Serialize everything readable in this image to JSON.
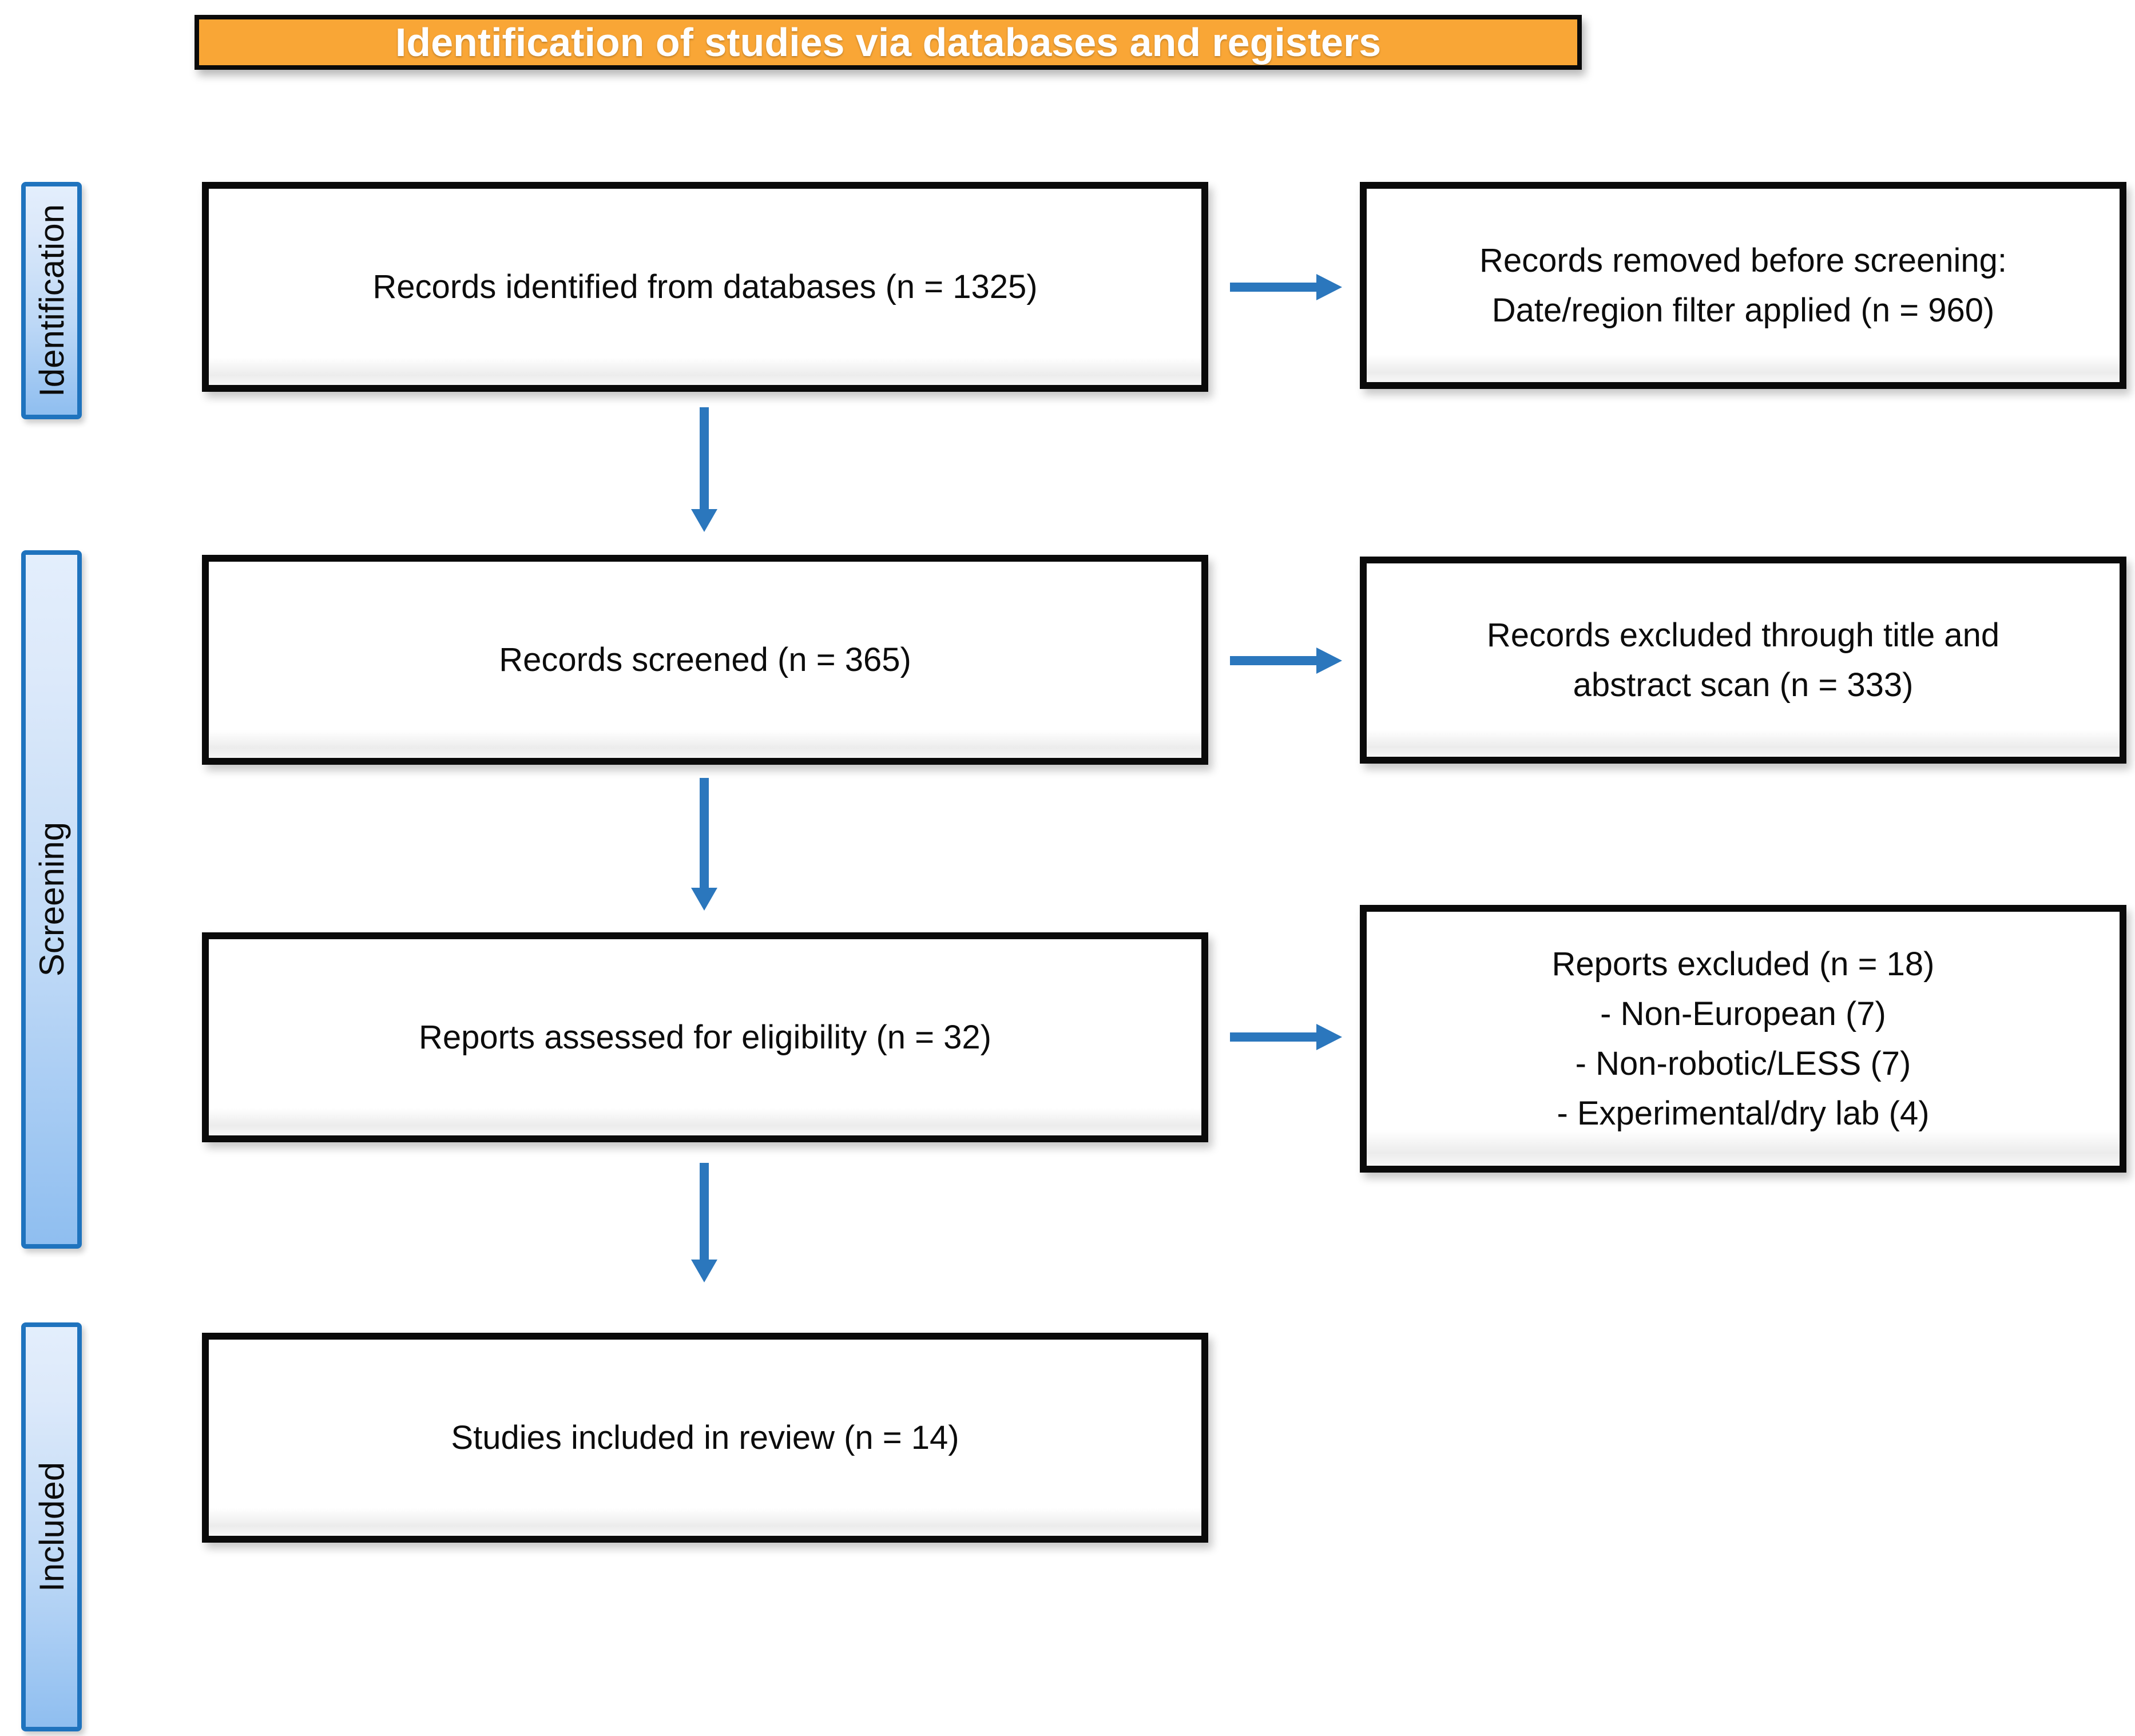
{
  "header": {
    "title": "Identification of studies via databases and registers"
  },
  "sidebar": {
    "stages": [
      {
        "label": "Identification"
      },
      {
        "label": "Screening"
      },
      {
        "label": "Included"
      }
    ]
  },
  "flow": {
    "main_boxes": [
      {
        "label": "Records identified from databases (n = 1325)"
      },
      {
        "label": "Records screened (n = 365)"
      },
      {
        "label": "Reports assessed for eligibility (n = 32)"
      },
      {
        "label": "Studies included in review (n = 14)"
      }
    ],
    "exclusion_boxes": [
      {
        "lines": [
          "Records removed before screening:",
          "Date/region filter applied (n = 960)"
        ]
      },
      {
        "lines": [
          "Records excluded through title and",
          "abstract scan (n = 333)"
        ]
      },
      {
        "lines": [
          "Reports excluded (n = 18)",
          "- Non-European (7)",
          "- Non-robotic/LESS (7)",
          "- Experimental/dry lab (4)"
        ]
      }
    ]
  },
  "colors": {
    "header_orange": "#F9A636",
    "arrow_blue": "#2B77BD",
    "sidebar_border_blue": "#1F73BE",
    "sidebar_fill_top": "#DCE9FA",
    "sidebar_fill_bottom": "#8FBEF0",
    "box_border_black": "#0a0a0a",
    "header_text": "#ffffff"
  }
}
